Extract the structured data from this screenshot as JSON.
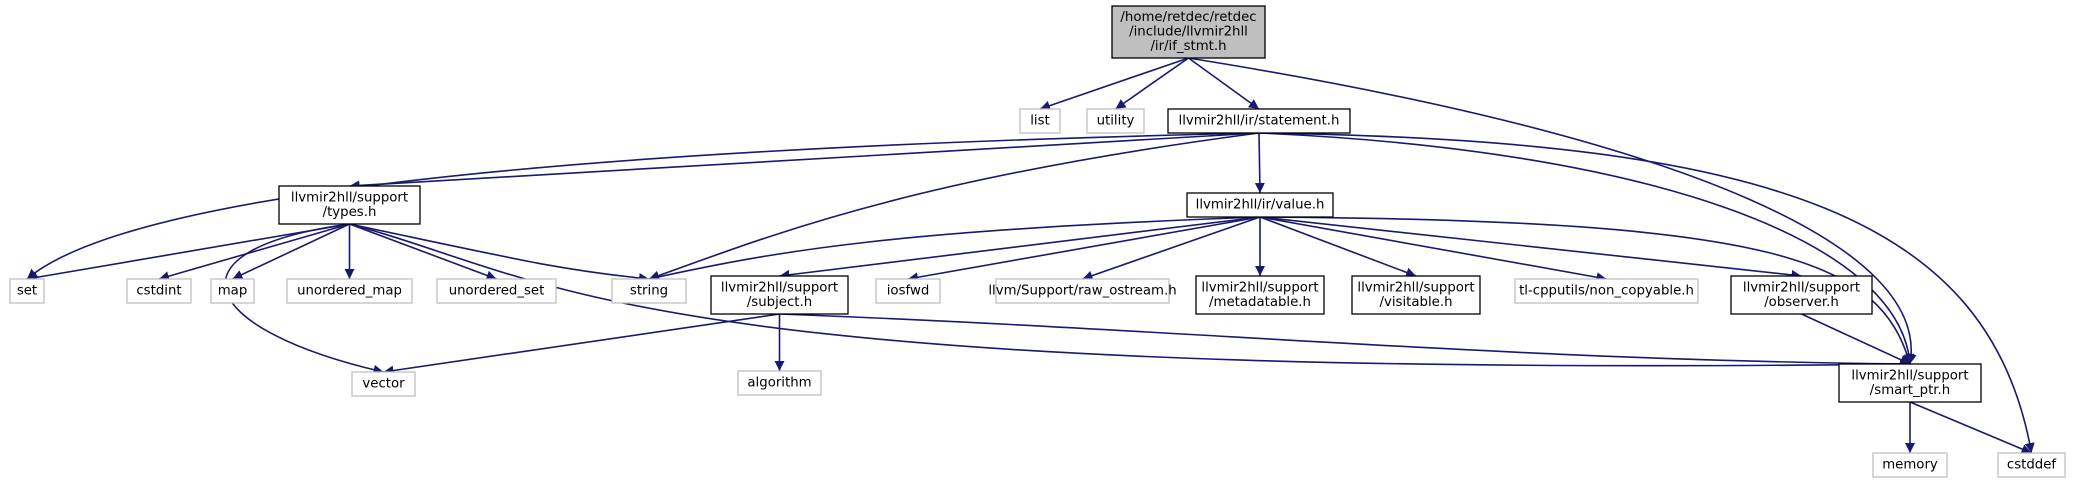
{
  "colors": {
    "edge": "#191970",
    "root_fill": "#bfbfbf",
    "root_stroke": "#000000",
    "internal_fill": "#ffffff",
    "internal_stroke": "#000000",
    "external_stroke": "#bfbfbf"
  },
  "nodes": [
    {
      "id": "root",
      "kind": "root",
      "lines": [
        "/home/retdec/retdec",
        "/include/llvmir2hll",
        "/ir/if_stmt.h"
      ]
    },
    {
      "id": "list",
      "kind": "external",
      "lines": [
        "list"
      ]
    },
    {
      "id": "utility",
      "kind": "external",
      "lines": [
        "utility"
      ]
    },
    {
      "id": "statement",
      "kind": "internal",
      "lines": [
        "llvmir2hll/ir/statement.h"
      ]
    },
    {
      "id": "types",
      "kind": "internal",
      "lines": [
        "llvmir2hll/support",
        "/types.h"
      ]
    },
    {
      "id": "value",
      "kind": "internal",
      "lines": [
        "llvmir2hll/ir/value.h"
      ]
    },
    {
      "id": "set",
      "kind": "external",
      "lines": [
        "set"
      ]
    },
    {
      "id": "cstdint",
      "kind": "external",
      "lines": [
        "cstdint"
      ]
    },
    {
      "id": "map",
      "kind": "external",
      "lines": [
        "map"
      ]
    },
    {
      "id": "unordered_map",
      "kind": "external",
      "lines": [
        "unordered_map"
      ]
    },
    {
      "id": "unordered_set",
      "kind": "external",
      "lines": [
        "unordered_set"
      ]
    },
    {
      "id": "string",
      "kind": "external",
      "lines": [
        "string"
      ]
    },
    {
      "id": "subject",
      "kind": "internal",
      "lines": [
        "llvmir2hll/support",
        "/subject.h"
      ]
    },
    {
      "id": "iosfwd",
      "kind": "external",
      "lines": [
        "iosfwd"
      ]
    },
    {
      "id": "raw_ostream",
      "kind": "external",
      "lines": [
        "llvm/Support/raw_ostream.h"
      ]
    },
    {
      "id": "metadatable",
      "kind": "internal",
      "lines": [
        "llvmir2hll/support",
        "/metadatable.h"
      ]
    },
    {
      "id": "visitable",
      "kind": "internal",
      "lines": [
        "llvmir2hll/support",
        "/visitable.h"
      ]
    },
    {
      "id": "non_copyable",
      "kind": "external",
      "lines": [
        "tl-cpputils/non_copyable.h"
      ]
    },
    {
      "id": "observer",
      "kind": "internal",
      "lines": [
        "llvmir2hll/support",
        "/observer.h"
      ]
    },
    {
      "id": "vector",
      "kind": "external",
      "lines": [
        "vector"
      ]
    },
    {
      "id": "algorithm",
      "kind": "external",
      "lines": [
        "algorithm"
      ]
    },
    {
      "id": "smart_ptr",
      "kind": "internal",
      "lines": [
        "llvmir2hll/support",
        "/smart_ptr.h"
      ]
    },
    {
      "id": "memory",
      "kind": "external",
      "lines": [
        "memory"
      ]
    },
    {
      "id": "cstddef",
      "kind": "external",
      "lines": [
        "cstddef"
      ]
    }
  ],
  "edges": [
    {
      "from": "root",
      "to": "list"
    },
    {
      "from": "root",
      "to": "utility"
    },
    {
      "from": "root",
      "to": "statement"
    },
    {
      "from": "root",
      "to": "smart_ptr"
    },
    {
      "from": "statement",
      "to": "types"
    },
    {
      "from": "statement",
      "to": "value"
    },
    {
      "from": "statement",
      "to": "set"
    },
    {
      "from": "statement",
      "to": "string"
    },
    {
      "from": "statement",
      "to": "smart_ptr"
    },
    {
      "from": "statement",
      "to": "cstddef"
    },
    {
      "from": "types",
      "to": "set"
    },
    {
      "from": "types",
      "to": "cstdint"
    },
    {
      "from": "types",
      "to": "map"
    },
    {
      "from": "types",
      "to": "unordered_map"
    },
    {
      "from": "types",
      "to": "unordered_set"
    },
    {
      "from": "types",
      "to": "string"
    },
    {
      "from": "types",
      "to": "vector"
    },
    {
      "from": "types",
      "to": "smart_ptr"
    },
    {
      "from": "value",
      "to": "string"
    },
    {
      "from": "value",
      "to": "subject"
    },
    {
      "from": "value",
      "to": "iosfwd"
    },
    {
      "from": "value",
      "to": "raw_ostream"
    },
    {
      "from": "value",
      "to": "metadatable"
    },
    {
      "from": "value",
      "to": "visitable"
    },
    {
      "from": "value",
      "to": "non_copyable"
    },
    {
      "from": "value",
      "to": "observer"
    },
    {
      "from": "value",
      "to": "smart_ptr"
    },
    {
      "from": "subject",
      "to": "vector"
    },
    {
      "from": "subject",
      "to": "algorithm"
    },
    {
      "from": "subject",
      "to": "smart_ptr"
    },
    {
      "from": "observer",
      "to": "smart_ptr"
    },
    {
      "from": "smart_ptr",
      "to": "memory"
    },
    {
      "from": "smart_ptr",
      "to": "cstddef"
    }
  ]
}
